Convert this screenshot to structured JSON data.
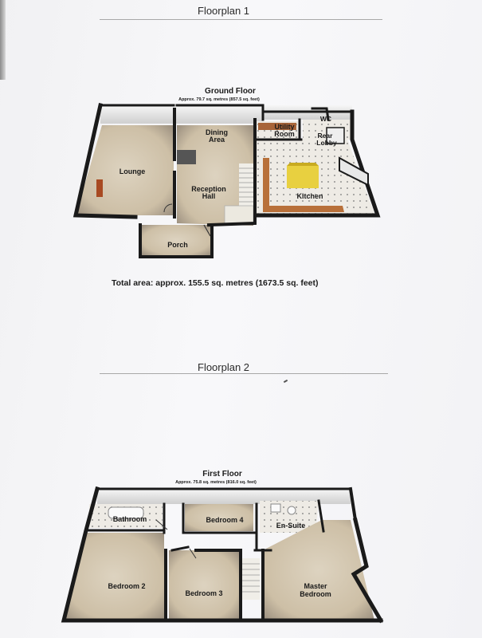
{
  "floorplan_1": {
    "section_title": "Floorplan 1",
    "floor_title": "Ground Floor",
    "floor_area": "Approx. 79.7 sq. metres (857.5 sq. feet)",
    "rooms": {
      "lounge": "Lounge",
      "dining_l1": "Dining",
      "dining_l2": "Area",
      "reception_l1": "Reception",
      "reception_l2": "Hall",
      "utility_l1": "Utility",
      "utility_l2": "Room",
      "wc": "WC",
      "rear_lobby_l1": "Rear",
      "rear_lobby_l2": "Lobby",
      "kitchen": "Kitchen",
      "porch": "Porch"
    },
    "total_area": "Total area: approx. 155.5 sq. metres (1673.5 sq. feet)"
  },
  "floorplan_2": {
    "section_title": "Floorplan 2",
    "floor_title": "First Floor",
    "floor_area": "Approx. 75.8 sq. metres (816.0 sq. feet)",
    "rooms": {
      "bathroom": "Bathroom",
      "bedroom_4": "Bedroom 4",
      "en_suite": "En-Suite",
      "bedroom_2": "Bedroom 2",
      "bedroom_3": "Bedroom 3",
      "master_l1": "Master",
      "master_l2": "Bedroom"
    }
  },
  "colors": {
    "wall": "#1a1a1a",
    "floor_carpet": "#d8cdb8",
    "tile": "#ece9e2",
    "kitchen_counter": "#b8703a",
    "kitchen_island": "#e8d040"
  }
}
